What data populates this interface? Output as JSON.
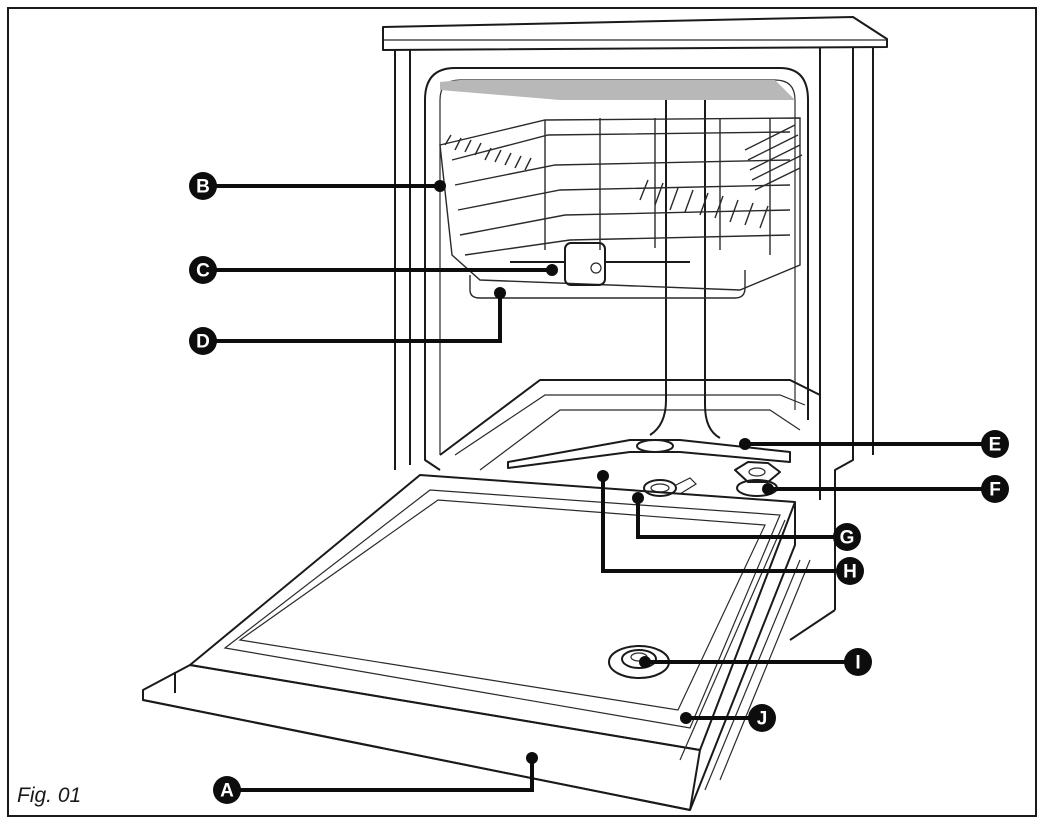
{
  "figure": {
    "caption": "Fig. 01"
  },
  "callouts": [
    {
      "id": "A",
      "letter": "A"
    },
    {
      "id": "B",
      "letter": "B"
    },
    {
      "id": "C",
      "letter": "C"
    },
    {
      "id": "D",
      "letter": "D"
    },
    {
      "id": "E",
      "letter": "E"
    },
    {
      "id": "F",
      "letter": "F"
    },
    {
      "id": "G",
      "letter": "G"
    },
    {
      "id": "H",
      "letter": "H"
    },
    {
      "id": "I",
      "letter": "I"
    },
    {
      "id": "J",
      "letter": "J"
    }
  ],
  "colors": {
    "ink": "#1a1a1a",
    "tub_shade": "#b8b8b8",
    "background": "#ffffff"
  }
}
